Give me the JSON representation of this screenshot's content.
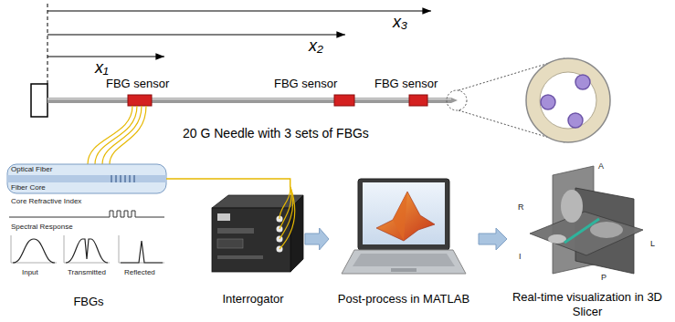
{
  "diagram": {
    "nodes": [
      {
        "text": [
          "FBGs"
        ]
      },
      {
        "text": [
          "Interrogator"
        ]
      },
      {
        "text": [
          "Post-process in MATLAB"
        ]
      },
      {
        "text": [
          "Real-time visualization in 3D Slicer"
        ]
      }
    ],
    "edges": [
      {
        "from": 0,
        "to": 1,
        "arrow": "none"
      },
      {
        "from": 1,
        "to": 2,
        "arrow": "to"
      },
      {
        "from": 2,
        "to": 3,
        "arrow": "to"
      }
    ],
    "labels": [
      "x₃",
      "x₂",
      "x₁",
      "FBG sensor",
      "FBG sensor",
      "FBG sensor",
      "20 G Needle with 3 sets of FBGs",
      "Optical Fiber",
      "Fiber Core",
      "Core Refractive Index",
      "Spectral Response",
      "Input",
      "Transmitted",
      "Reflected",
      "A",
      "R",
      "L",
      "I",
      "P"
    ]
  }
}
